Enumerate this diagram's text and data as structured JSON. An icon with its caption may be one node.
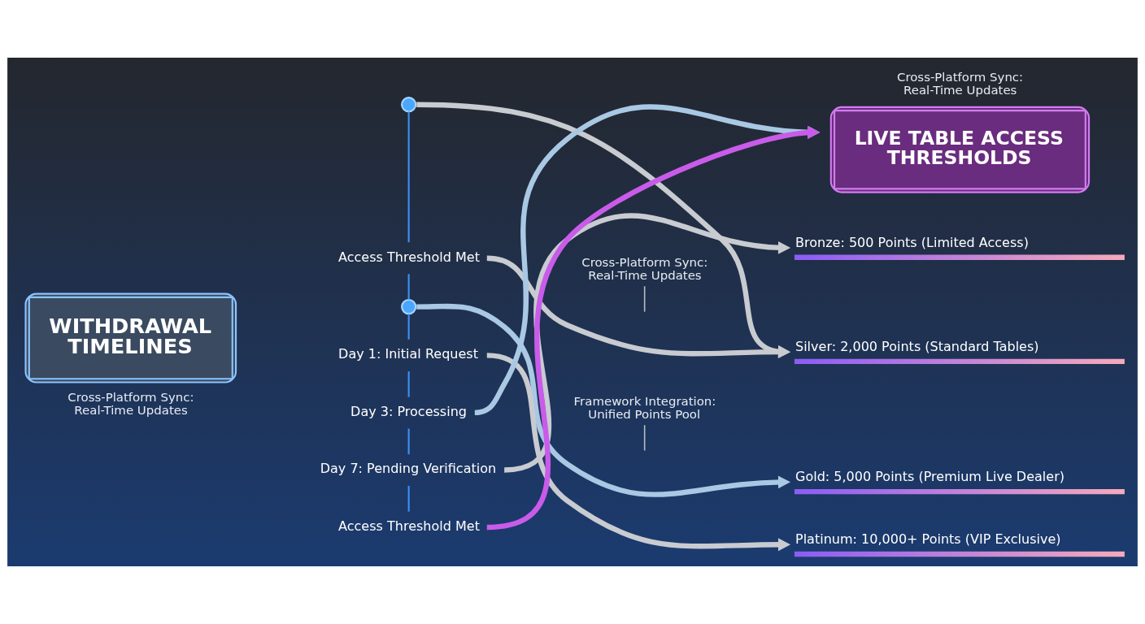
{
  "diagram": {
    "nodes": [
      {
        "text": [
          "WITHDRAWAL TIMELINES"
        ],
        "beside": [
          "Cross-Platform Sync: Real-Time Updates"
        ]
      },
      {
        "text": [],
        "shape": "circle"
      },
      {
        "text": [
          "Access Threshold Met"
        ]
      },
      {
        "text": [],
        "shape": "circle"
      },
      {
        "text": [
          "Day 1: Initial Request"
        ]
      },
      {
        "text": [
          "Day 3: Processing"
        ]
      },
      {
        "text": [
          "Day 7: Pending Verification"
        ]
      },
      {
        "text": [
          "Access Threshold Met"
        ]
      },
      {
        "text": [
          "Cross-Platform Sync: Real-Time Updates"
        ]
      },
      {
        "text": [
          "LIVE TABLE ACCESS THRESHOLDS"
        ],
        "beside": [
          "Cross-Platform Sync: Real-Time Updates"
        ]
      },
      {
        "text": [
          "Bronze: 500 Points (Limited Access)"
        ]
      },
      {
        "text": [
          "Silver: 2,000 Points (Standard Tables)"
        ]
      },
      {
        "text": [
          "Gold: 5,000 Points (Premium Live Dealer)"
        ]
      },
      {
        "text": [
          "Platinum: 10,000+ Points (VIP Exclusive)"
        ]
      },
      {
        "text": [
          "Framework Integration: Unified Points Pool"
        ]
      }
    ],
    "edges": [
      {
        "from": 1,
        "to": 2,
        "arrow": "none",
        "color": "#3d8ff5"
      },
      {
        "from": 2,
        "to": 3,
        "arrow": "none",
        "color": "#3d8ff5"
      },
      {
        "from": 3,
        "to": 4,
        "arrow": "none",
        "color": "#3d8ff5"
      },
      {
        "from": 4,
        "to": 5,
        "arrow": "none",
        "color": "#3d8ff5"
      },
      {
        "from": 5,
        "to": 6,
        "arrow": "none",
        "color": "#3d8ff5"
      },
      {
        "from": 6,
        "to": 7,
        "arrow": "none",
        "color": "#3d8ff5"
      },
      {
        "from": 1,
        "to": 11,
        "arrow": "to",
        "style": "thick",
        "color": "#c8cbd0"
      },
      {
        "from": 2,
        "to": 11,
        "arrow": "to",
        "style": "thick",
        "color": "#c8cbd0"
      },
      {
        "from": 3,
        "to": 12,
        "arrow": "to",
        "style": "thick",
        "color": "#a9c8e4"
      },
      {
        "from": 4,
        "to": 13,
        "arrow": "to",
        "style": "thick",
        "color": "#c8cbd0"
      },
      {
        "from": 5,
        "to": 9,
        "arrow": "to",
        "style": "thick",
        "color": "#a9c8e4"
      },
      {
        "from": 6,
        "to": 10,
        "arrow": "to",
        "style": "thick",
        "color": "#c8cbd0"
      },
      {
        "from": 7,
        "to": 9,
        "arrow": "to",
        "style": "thick",
        "color": "#c95bea"
      },
      {
        "from": 8,
        "to": null,
        "arrow": "none",
        "color": "#b8bcc4"
      },
      {
        "from": 14,
        "to": null,
        "arrow": "none",
        "color": "#b8bcc4"
      }
    ]
  }
}
